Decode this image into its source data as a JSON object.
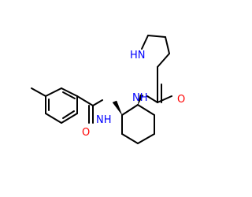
{
  "molecule": {
    "atoms": {
      "proline_nh": {
        "label": "HN",
        "color": "#0000ff"
      },
      "amide_nh_top": {
        "label": "NH",
        "color": "#0000ff"
      },
      "amide_o_top": {
        "label": "O",
        "color": "#ff0000"
      },
      "amide_nh_left": {
        "label": "NH",
        "color": "#0000ff"
      },
      "amide_o_left": {
        "label": "O",
        "color": "#ff0000"
      }
    },
    "bond_color": "#000000",
    "background": "#ffffff"
  }
}
